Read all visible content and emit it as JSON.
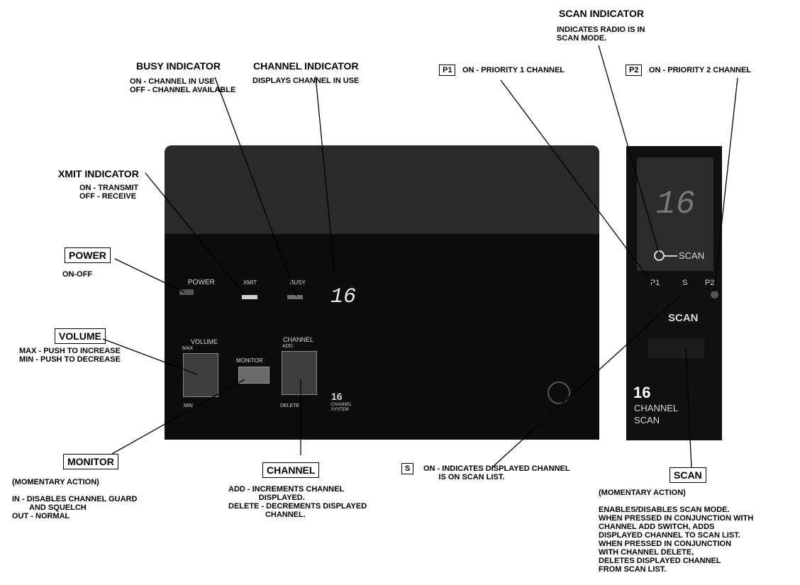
{
  "labels": {
    "scan_indicator": {
      "title": "SCAN INDICATOR",
      "desc": "INDICATES RADIO IS IN\nSCAN MODE."
    },
    "busy_indicator": {
      "title": "BUSY INDICATOR",
      "desc": "ON - CHANNEL IN USE\nOFF - CHANNEL AVAILABLE"
    },
    "channel_indicator": {
      "title": "CHANNEL INDICATOR",
      "desc": "DISPLAYS CHANNEL IN USE"
    },
    "p1": {
      "box": "P1",
      "text": "ON - PRIORITY 1 CHANNEL"
    },
    "p2": {
      "box": "P2",
      "text": "ON - PRIORITY 2 CHANNEL"
    },
    "xmit_indicator": {
      "title": "XMIT INDICATOR",
      "desc": "ON - TRANSMIT\nOFF - RECEIVE"
    },
    "power": {
      "box": "POWER",
      "desc": "ON-OFF"
    },
    "volume": {
      "box": "VOLUME",
      "desc": "MAX - PUSH TO INCREASE\nMIN - PUSH TO DECREASE"
    },
    "monitor": {
      "box": "MONITOR",
      "desc": "(MOMENTARY ACTION)\n\nIN - DISABLES CHANNEL GUARD\n        AND SQUELCH\nOUT - NORMAL"
    },
    "channel": {
      "box": "CHANNEL",
      "desc": "ADD - INCREMENTS CHANNEL\n              DISPLAYED.\nDELETE - DECREMENTS DISPLAYED\n                 CHANNEL."
    },
    "s": {
      "box": "S",
      "text": "ON - INDICATES DISPLAYED CHANNEL\n       IS ON SCAN LIST."
    },
    "scan": {
      "box": "SCAN",
      "desc": "(MOMENTARY ACTION)\n\nENABLES/DISABLES SCAN MODE.\nWHEN PRESSED IN CONJUNCTION WITH\nCHANNEL ADD SWITCH, ADDS\nDISPLAYED CHANNEL TO SCAN LIST.\nWHEN PRESSED IN CONJUNCTION\nWITH CHANNEL DELETE,\nDELETES DISPLAYED CHANNEL\nFROM SCAN LIST."
    }
  },
  "panel": {
    "power": "POWER",
    "xmit": "XMIT",
    "busy": "BUSY",
    "display": "16",
    "volume": "VOLUME",
    "max": "MAX",
    "min": "MIN",
    "monitor": "MONITOR",
    "channel": "CHANNEL",
    "add": "ADD",
    "delete": "DELETE",
    "badge_num": "16",
    "badge_l1": "CHANNEL",
    "badge_l2": "SYSTEM"
  },
  "scan_unit": {
    "display": "16",
    "scan_lamp": "SCAN",
    "p1": "P1",
    "s": "S",
    "p2": "P2",
    "button": "SCAN",
    "badge_num": "16",
    "badge_l1": "CHANNEL",
    "badge_l2": "SCAN"
  }
}
